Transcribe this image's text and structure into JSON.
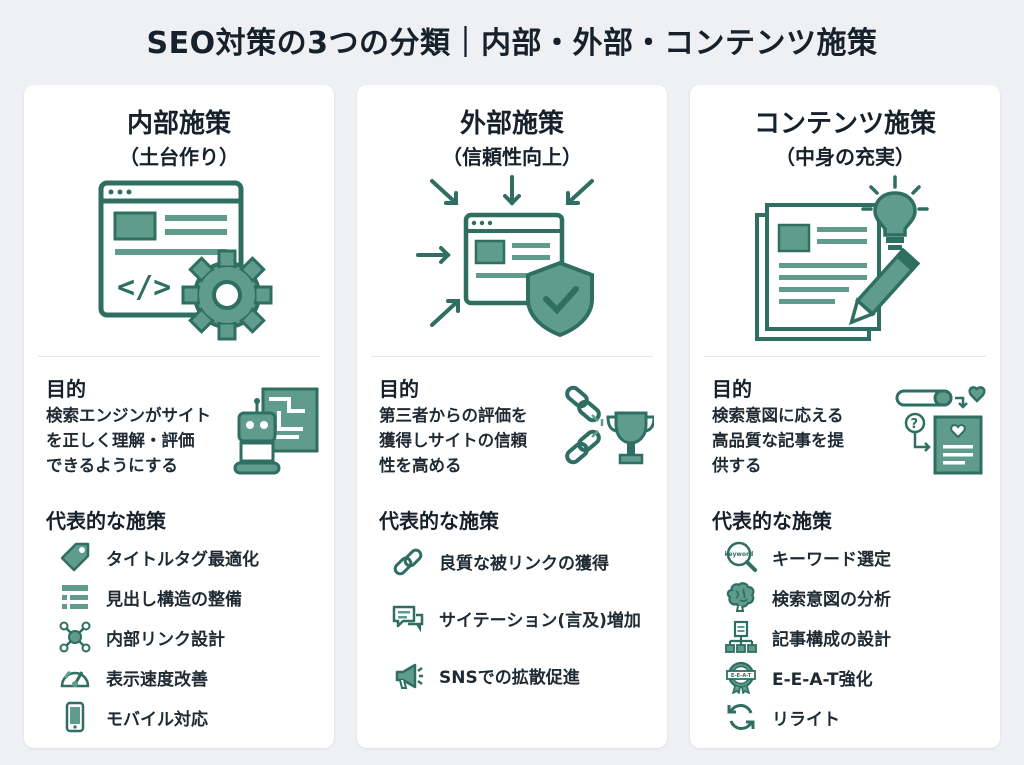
{
  "title": "SEO対策の3つの分類｜内部・外部・コンテンツ施策",
  "colors": {
    "accent": "#5f9c8c",
    "accent_dark": "#2f6f62",
    "background": "#eef0f3"
  },
  "purpose_heading": "目的",
  "measures_heading": "代表的な施策",
  "cards": [
    {
      "title": "内部施策",
      "subtitle": "（土台作り）",
      "hero_icon": "webpage-code-gear-icon",
      "purpose_icon": "robot-crawler-sitemap-icon",
      "purpose_lines": [
        "検索エンジンがサイト",
        "を正しく理解・評価",
        "できるようにする"
      ],
      "measures": [
        {
          "icon": "tag-icon",
          "label": "タイトルタグ最適化"
        },
        {
          "icon": "heading-list-icon",
          "label": "見出し構造の整備"
        },
        {
          "icon": "network-nodes-icon",
          "label": "内部リンク設計"
        },
        {
          "icon": "speedometer-icon",
          "label": "表示速度改善"
        },
        {
          "icon": "smartphone-icon",
          "label": "モバイル対応"
        }
      ]
    },
    {
      "title": "外部施策",
      "subtitle": "（信頼性向上）",
      "hero_icon": "webpage-shield-arrows-icon",
      "purpose_icon": "chain-trophy-icon",
      "purpose_lines": [
        "第三者からの評価を",
        "獲得しサイトの信頼",
        "性を高める"
      ],
      "measures": [
        {
          "icon": "link-icon",
          "label": "良質な被リンクの獲得"
        },
        {
          "icon": "speech-bubbles-icon",
          "label": "サイテーション(言及)増加"
        },
        {
          "icon": "megaphone-icon",
          "label": "SNSでの拡散促進"
        }
      ]
    },
    {
      "title": "コンテンツ施策",
      "subtitle": "（中身の充実）",
      "hero_icon": "document-lightbulb-pen-icon",
      "purpose_icon": "search-question-heart-document-icon",
      "purpose_lines": [
        "検索意図に応える",
        "高品質な記事を提",
        "供する"
      ],
      "measures": [
        {
          "icon": "keyword-search-icon",
          "label": "キーワード選定"
        },
        {
          "icon": "brain-icon",
          "label": "検索意図の分析"
        },
        {
          "icon": "structure-tree-icon",
          "label": "記事構成の設計"
        },
        {
          "icon": "eeat-badge-icon",
          "label": "E-E-A-T強化"
        },
        {
          "icon": "refresh-icon",
          "label": "リライト"
        }
      ]
    }
  ],
  "icon_text": {
    "keyword": "keyword",
    "eeat": "E-E-A-T",
    "code": "</>"
  }
}
